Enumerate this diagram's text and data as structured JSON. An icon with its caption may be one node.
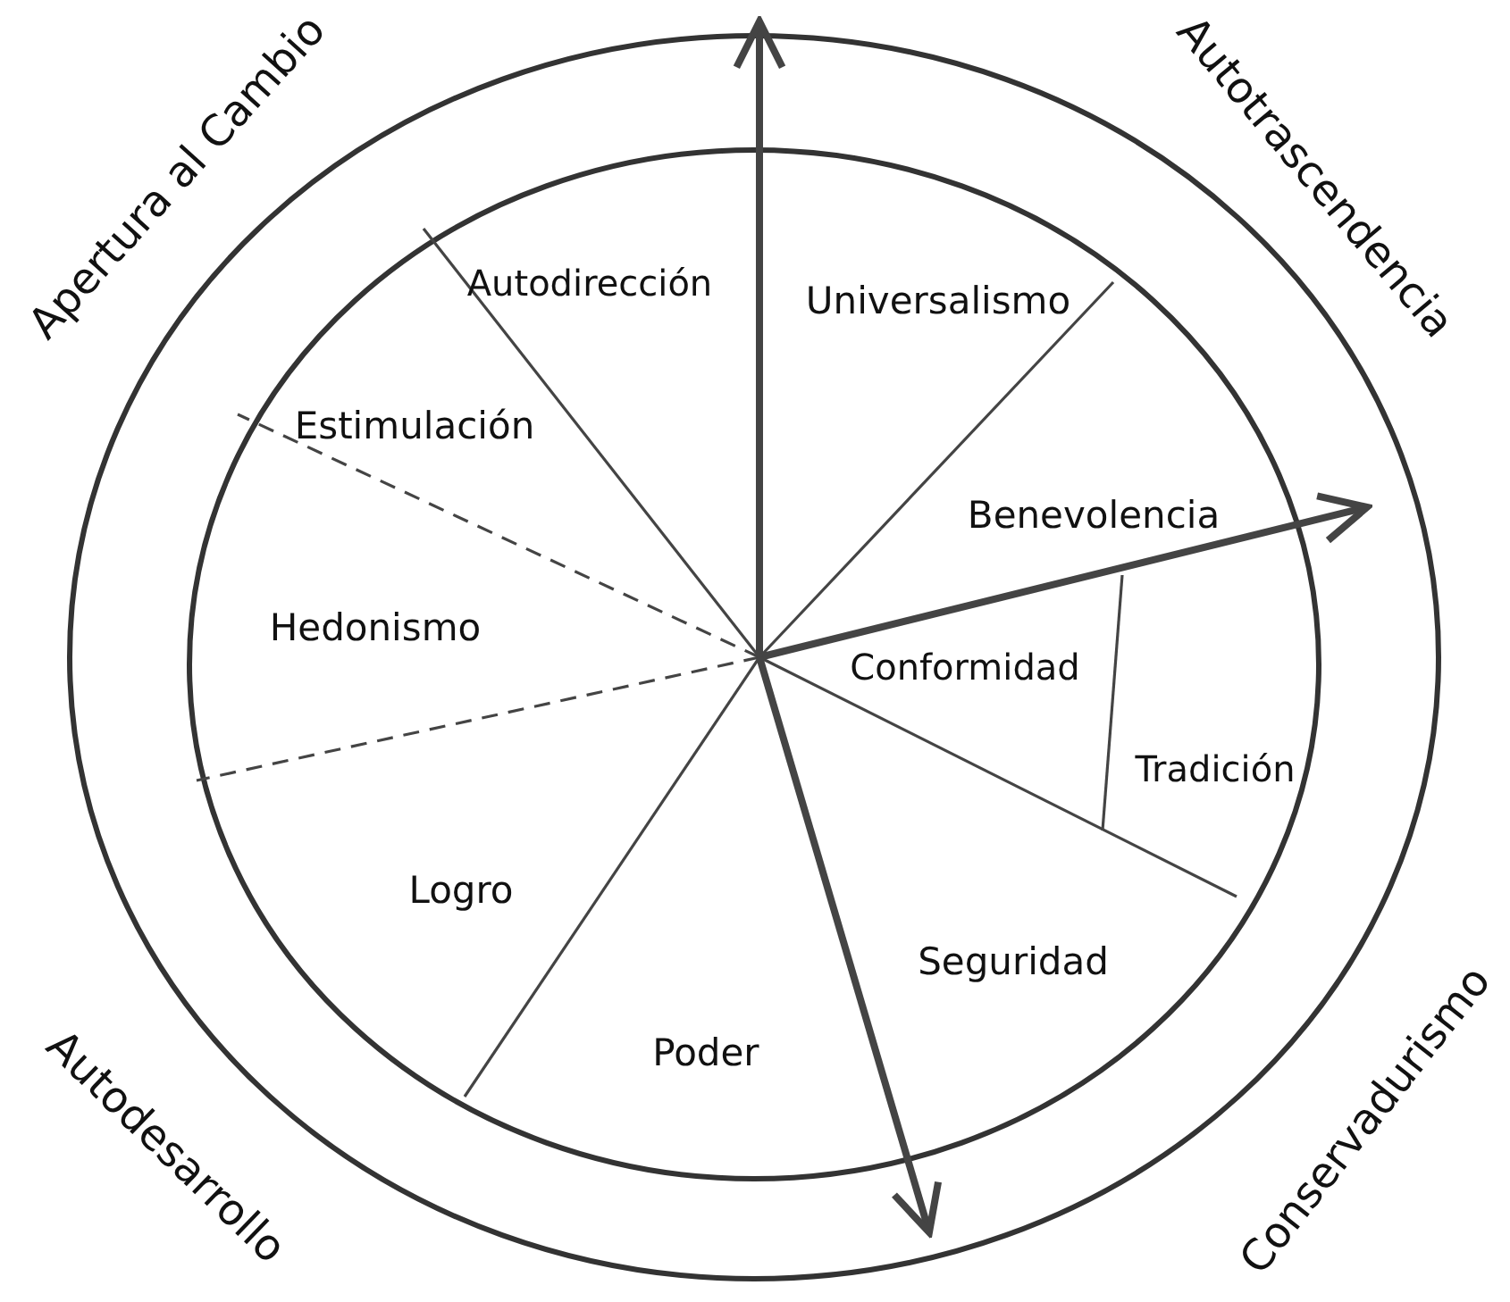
{
  "diagram": {
    "labels": [
      "Apertura al Cambio",
      "Autotrascendencia",
      "Autodirección",
      "Universalismo",
      "Estimulación",
      "Benevolencia",
      "Hedonismo",
      "Conformidad",
      "Tradición",
      "Logro",
      "Seguridad",
      "Poder",
      "Autodesarrollo",
      "Conservadurismo"
    ]
  }
}
